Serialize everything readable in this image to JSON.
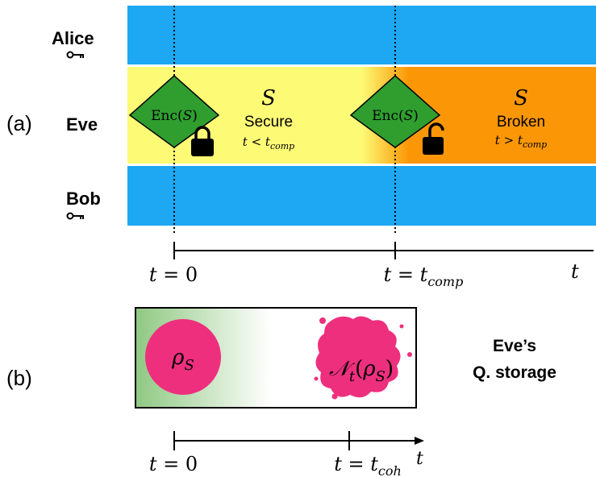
{
  "panel_a": {
    "label": "(a)",
    "rows": {
      "alice": "Alice",
      "eve": "Eve",
      "bob": "Bob"
    },
    "diamond_left": {
      "pre": "Enc(",
      "var": "S",
      "post": ")"
    },
    "diamond_right": {
      "pre": "Enc(",
      "var": "S",
      "post": ")"
    },
    "secure": {
      "symbol": "S",
      "label": "Secure",
      "cond_t": "t",
      "cond_rel": " < ",
      "cond_var": "t",
      "cond_sub": "comp"
    },
    "broken": {
      "symbol": "S",
      "label": "Broken",
      "cond_t": "t",
      "cond_rel": " > ",
      "cond_var": "t",
      "cond_sub": "comp"
    },
    "axis": {
      "t0": {
        "var": "t",
        "rest": " = 0"
      },
      "tcomp": {
        "var": "t",
        "eq": " = ",
        "var2": "t",
        "sub": "comp"
      },
      "tend": "t"
    },
    "colors": {
      "blue": "#1ea7f2",
      "yellow": "#fdfa76",
      "orange": "#fb9707",
      "green": "#2f9e2f"
    }
  },
  "panel_b": {
    "label": "(b)",
    "rho": {
      "var": "ρ",
      "sub": "S"
    },
    "noisy": {
      "pre": "𝒩",
      "sub_t": "t",
      "open": "(",
      "var": "ρ",
      "sub": "S",
      "close": ")"
    },
    "storage_label_1": "Eve’s",
    "storage_label_2": "Q. storage",
    "axis": {
      "t0": {
        "var": "t",
        "rest": " = 0"
      },
      "tcoh": {
        "var": "t",
        "eq": " = ",
        "var2": "t",
        "sub": "coh"
      },
      "tend": "t"
    },
    "colors": {
      "pink": "#ee2f7e",
      "green_start": "#8fc882"
    }
  }
}
